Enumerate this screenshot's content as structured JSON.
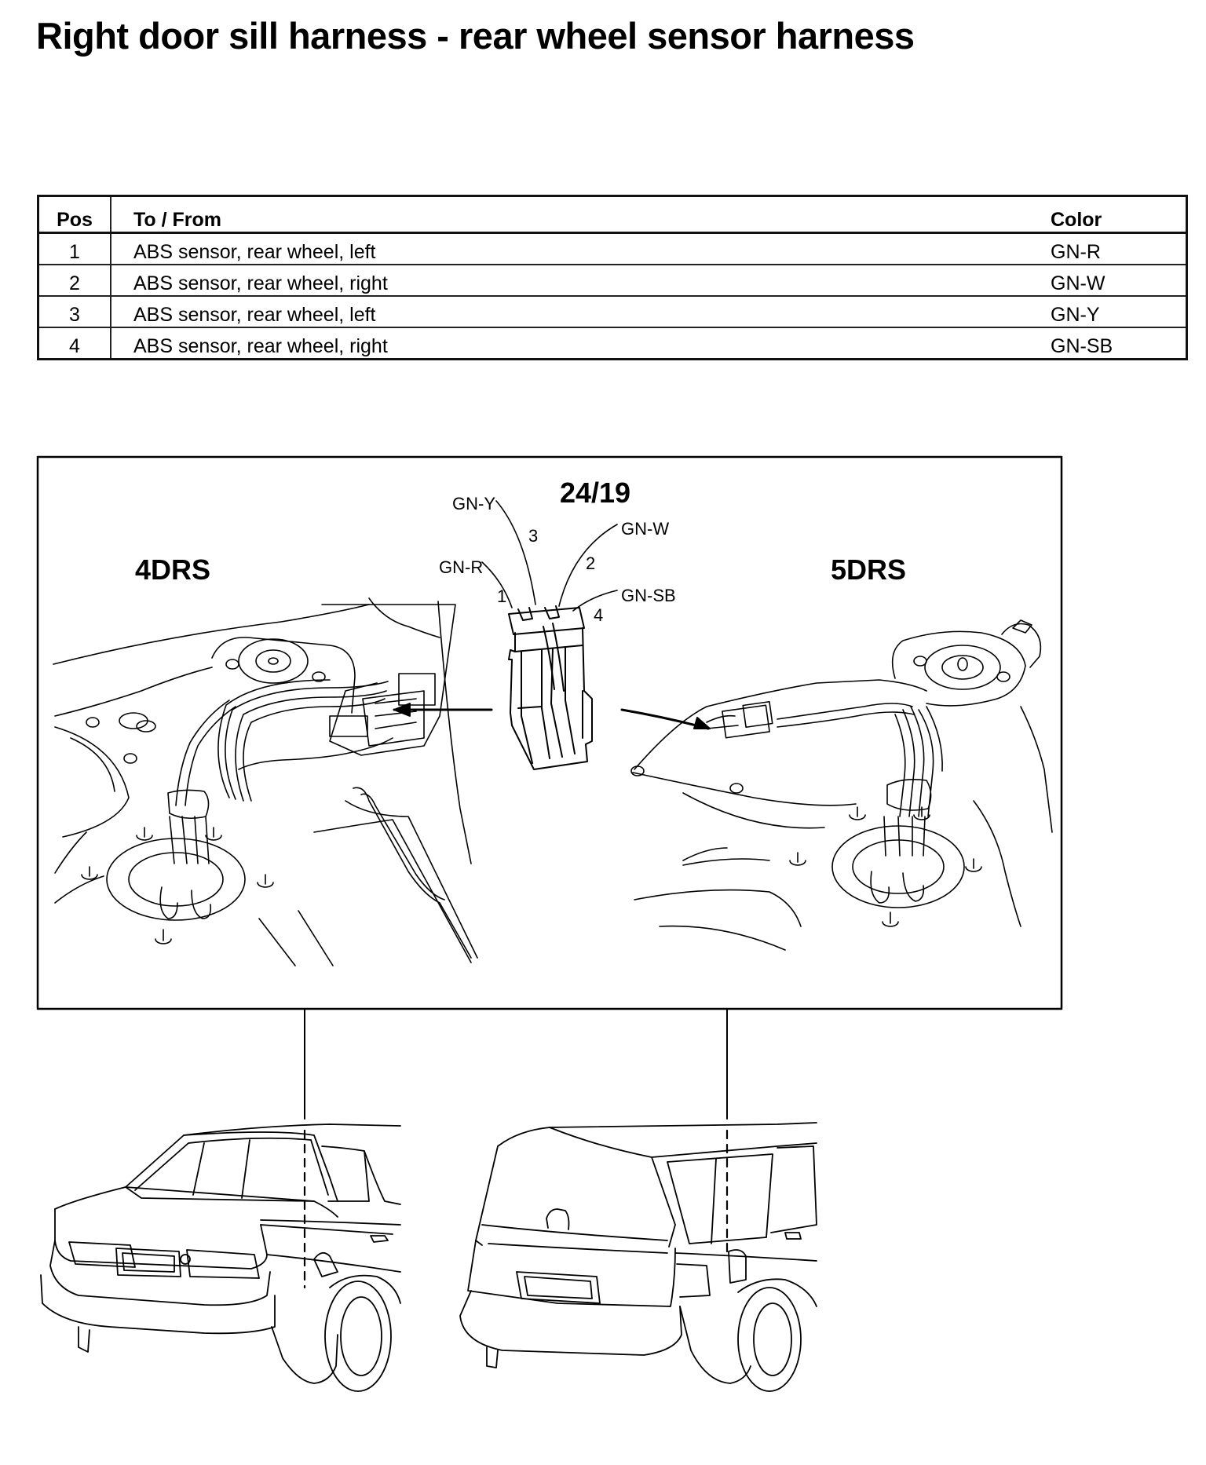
{
  "page": {
    "title": "Right door sill harness - rear wheel sensor harness"
  },
  "table": {
    "headers": {
      "pos": "Pos",
      "to_from": "To / From",
      "color": "Color"
    },
    "rows": [
      {
        "pos": "1",
        "to_from": "ABS sensor, rear wheel, left",
        "color": "GN-R"
      },
      {
        "pos": "2",
        "to_from": "ABS sensor, rear wheel, right",
        "color": "GN-W"
      },
      {
        "pos": "3",
        "to_from": "ABS sensor, rear wheel, left",
        "color": "GN-Y"
      },
      {
        "pos": "4",
        "to_from": "ABS sensor, rear wheel, right",
        "color": "GN-SB"
      }
    ]
  },
  "diagram": {
    "connector_id": "24/19",
    "variant_left": "4DRS",
    "variant_right": "5DRS",
    "wire_labels": [
      {
        "color": "GN-Y",
        "pin": "3"
      },
      {
        "color": "GN-W",
        "pin": "2"
      },
      {
        "color": "GN-R",
        "pin": "1"
      },
      {
        "color": "GN-SB",
        "pin": "4"
      }
    ]
  }
}
